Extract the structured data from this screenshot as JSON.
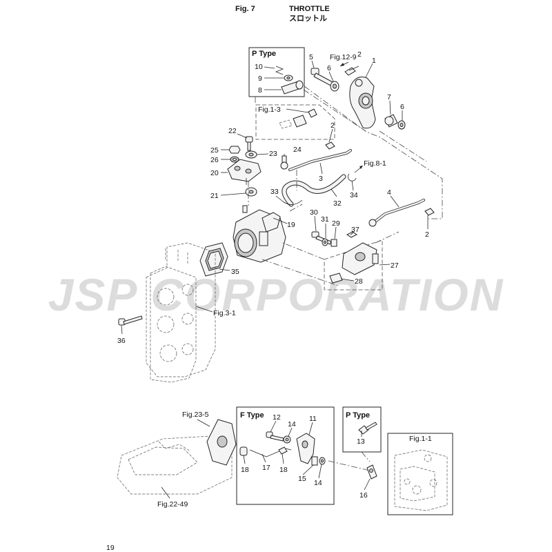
{
  "header": {
    "fig_label": "Fig. 7",
    "title": "THROTTLE",
    "title_ja": "スロットル"
  },
  "watermark": "JSP CORPORATION",
  "page_number": "19",
  "boxes": {
    "p_type_top": "P Type",
    "f_type": "F Type",
    "p_type_bottom": "P Type"
  },
  "refs": {
    "fig_12_9": "Fig.12-9",
    "fig_1_3": "Fig.1-3",
    "fig_8_1": "Fig.8-1",
    "fig_3_1": "Fig.3-1",
    "fig_23_5": "Fig.23-5",
    "fig_22_49": "Fig.22-49",
    "fig_1_1": "Fig.1-1"
  },
  "callouts": {
    "c10": "10",
    "c9": "9",
    "c8": "8",
    "c5": "5",
    "c6a": "6",
    "c2a": "2",
    "c1": "1",
    "c7": "7",
    "c6b": "6",
    "c2b": "2",
    "c22": "22",
    "c25": "25",
    "c23": "23",
    "c26": "26",
    "c24": "24",
    "c20": "20",
    "c3": "3",
    "c21": "21",
    "c33": "33",
    "c32": "32",
    "c34": "34",
    "c4": "4",
    "c19": "19",
    "c30": "30",
    "c31": "31",
    "c29": "29",
    "c37": "37",
    "c2c": "2",
    "c35": "35",
    "c27": "27",
    "c28": "28",
    "c36": "36",
    "c12": "12",
    "c14a": "14",
    "c11": "11",
    "c13": "13",
    "c18a": "18",
    "c17": "17",
    "c18b": "18",
    "c15": "15",
    "c14b": "14",
    "c16": "16"
  }
}
